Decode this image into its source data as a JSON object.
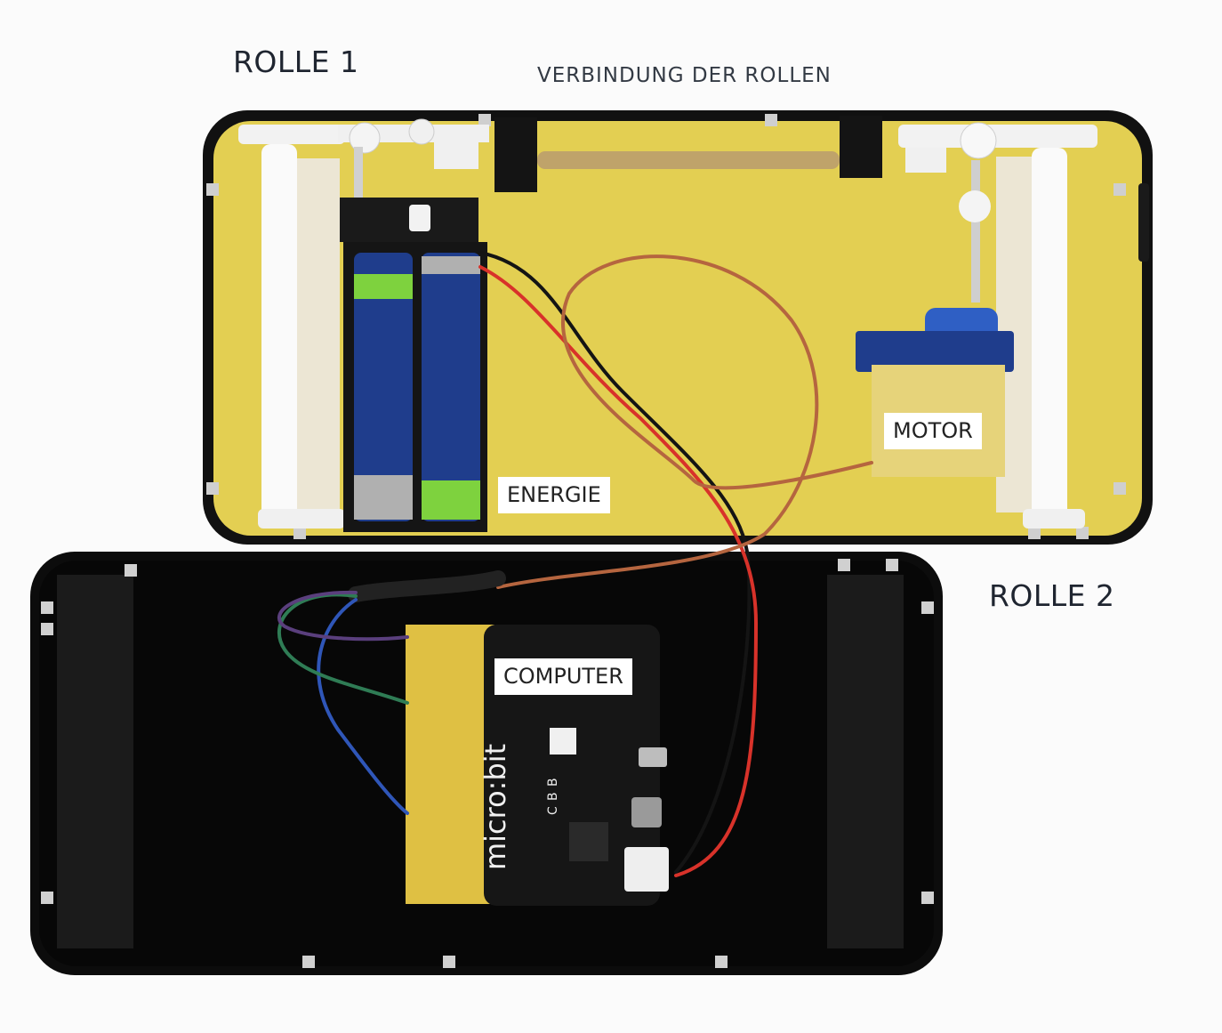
{
  "labels": {
    "rolle1": "ROLLE 1",
    "verbindung": "VERBINDUNG DER ROLLEN",
    "rolle2": "ROLLE 2",
    "motor": "MOTOR",
    "energie": "ENERGIE",
    "computer": "COMPUTER"
  },
  "board": {
    "brand": "micro:bit",
    "bbc": [
      "B",
      "B",
      "C"
    ]
  },
  "colors": {
    "yellow_case": "#e3cf52",
    "black_case": "#0c0c0c",
    "battery_blue": "#1f3d8c",
    "battery_green": "#7ed23e",
    "motor_blue": "#2f5fc4",
    "tape": "#dfc043",
    "wire_red": "#d8322a",
    "wire_brown": "#b5653f",
    "wire_blue": "#2f56b8",
    "wire_green": "#2f7c55",
    "wire_purple": "#5a3f7d"
  }
}
